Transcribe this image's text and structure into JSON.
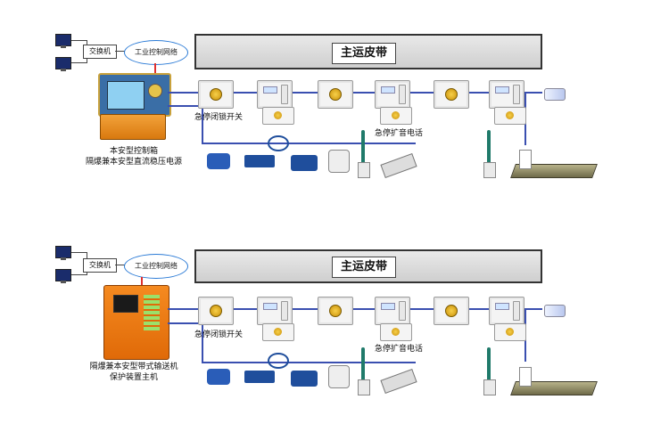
{
  "panels": [
    {
      "switch_label": "交换机",
      "network_label": "工业控制网络",
      "conveyor_title": "主运皮带",
      "controller_caption_1": "本安型控制箱",
      "controller_caption_2": "隔爆兼本安型直流稳压电源",
      "label_estop": "急停闭锁开关",
      "label_phone": "急停扩音电话"
    },
    {
      "switch_label": "交换机",
      "network_label": "工业控制网络",
      "conveyor_title": "主运皮带",
      "controller_caption_1": "隔爆兼本安型带式输送机",
      "controller_caption_2": "保护装置主机",
      "label_estop": "急停闭锁开关",
      "label_phone": "急停扩音电话"
    }
  ],
  "colors": {
    "cable_blue": "#3a4fb0",
    "cable_red": "#e0302f",
    "controller_blue_bg": "#5aa8e8",
    "controller_orange": "#f07a16",
    "network_outline": "#2b7bd6"
  },
  "icons": [
    "computer-icon",
    "network-cloud-icon",
    "estop-device-icon",
    "phone-device-icon",
    "sensor-icon",
    "antenna-icon",
    "tray-icon",
    "light-icon"
  ]
}
